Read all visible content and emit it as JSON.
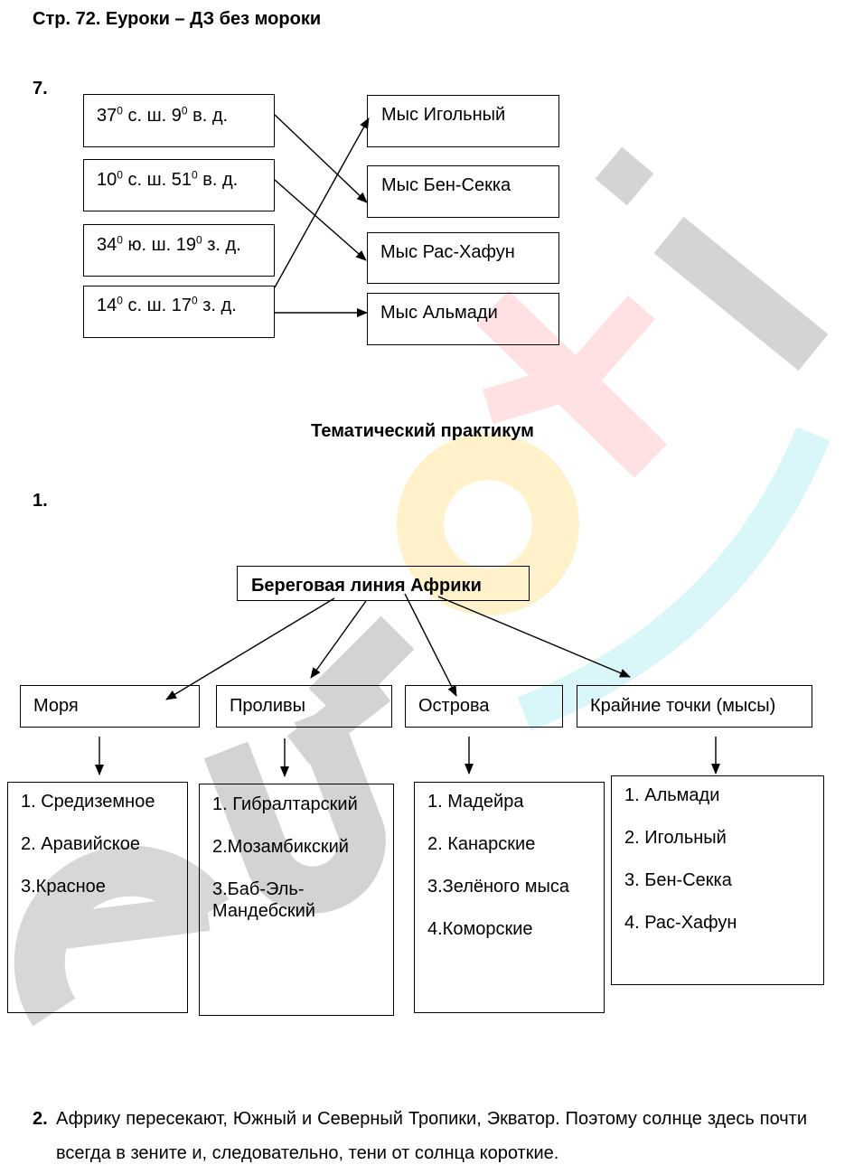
{
  "header": {
    "title": "Стр. 72. Еуроки – ДЗ без мороки"
  },
  "watermark": {
    "text": "euroki"
  },
  "task7": {
    "number": "7.",
    "coords": [
      {
        "lat_deg": "37",
        "lat_suffix": " с. ш. ",
        "lon_deg": "9",
        "lon_suffix": " в. д."
      },
      {
        "lat_deg": "10",
        "lat_suffix": " с. ш. ",
        "lon_deg": "51",
        "lon_suffix": " в. д."
      },
      {
        "lat_deg": "34",
        "lat_suffix": " ю. ш. ",
        "lon_deg": "19",
        "lon_suffix": " з. д."
      },
      {
        "lat_deg": "14",
        "lat_suffix": " с. ш. ",
        "lon_deg": "17",
        "lon_suffix": " з. д."
      }
    ],
    "degree_mark": "0",
    "capes": [
      "Мыс Игольный",
      "Мыс Бен-Секка",
      "Мыс Рас-Хафун",
      "Мыс Альмади"
    ]
  },
  "section_title": "Тематический практикум",
  "task1": {
    "number": "1.",
    "root": "Береговая линия Африки",
    "categories": [
      {
        "label": "Моря",
        "items": [
          "1. Средиземное",
          "2. Аравийское",
          "3.Красное"
        ]
      },
      {
        "label": "Проливы",
        "items": [
          "1. Гибралтарский",
          "2.Мозамбикский",
          "3.Баб-Эль-Мандебский"
        ]
      },
      {
        "label": "Острова",
        "items": [
          "1. Мадейра",
          "2. Канарские",
          "3.Зелёного мыса",
          "4.Коморские"
        ]
      },
      {
        "label": "Крайние точки (мысы)",
        "items": [
          "1. Альмади",
          "2. Игольный",
          "3. Бен-Секка",
          "4. Рас-Хафун"
        ]
      }
    ]
  },
  "task2": {
    "number": "2.",
    "text": "Африку пересекают, Южный и Северный Тропики, Экватор. Поэтому солнце здесь почти всегда в зените и, следовательно, тени от солнца короткие."
  }
}
